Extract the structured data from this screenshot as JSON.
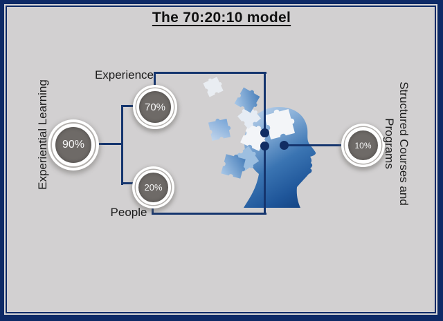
{
  "title": "The 70:20:10 model",
  "diagram": {
    "left_label": "Experiential Learning",
    "top_label": "Experience",
    "bottom_label": "People",
    "right_label": "Structured Courses and Programs",
    "circles": [
      {
        "id": "experiential-learning",
        "percent": "90%"
      },
      {
        "id": "experience",
        "percent": "70%"
      },
      {
        "id": "people",
        "percent": "20%"
      },
      {
        "id": "structured-courses-programs",
        "percent": "10%"
      }
    ],
    "graphic": "head-silhouette-with-puzzle-pieces"
  },
  "colors": {
    "frame": "#0e2a66",
    "background": "#d2d0d1",
    "connector": "#15356e",
    "circle_fill": "#6e6a67",
    "circle_ring": "#ffffff",
    "circle_text": "#f7f7f7",
    "head_blue_dark": "#123f7d",
    "head_blue_light": "#c9daed"
  }
}
